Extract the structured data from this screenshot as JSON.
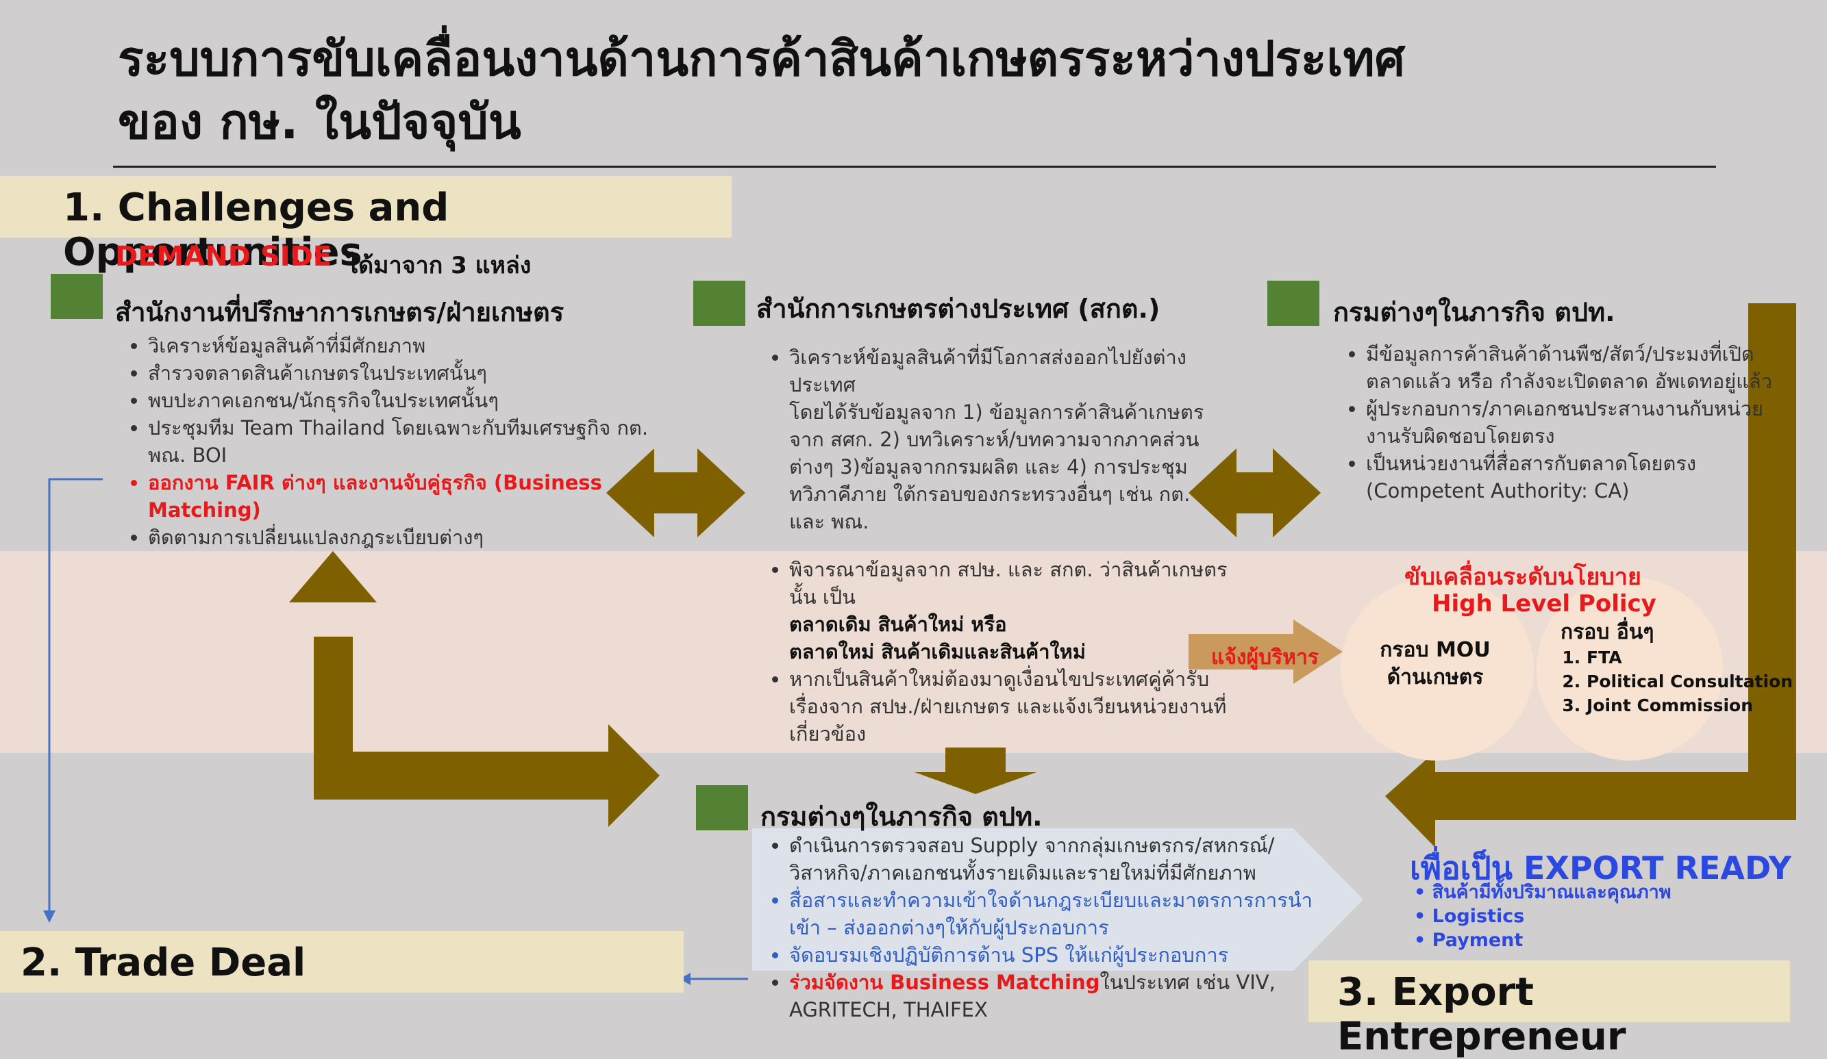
{
  "title": {
    "line1": "ระบบการขับเคลื่อนงานด้านการค้าสินค้าเกษตรระหว่างประเทศ",
    "line2": "ของ กษ. ในปัจจุบัน"
  },
  "section1": {
    "label": "1. Challenges and Opportunities",
    "demand_label": "DEMAND SIDE",
    "demand_source": "ได้มาจาก 3 แหล่ง"
  },
  "section2": {
    "label": "2. Trade Deal"
  },
  "section3": {
    "label": "3. Export Entrepreneur"
  },
  "source_left": {
    "heading": "สำนักงานที่ปรึกษาการเกษตร/ฝ่ายเกษตร",
    "items": [
      "วิเคราะห์ข้อมูลสินค้าที่มีศักยภาพ",
      "สำรวจตลาดสินค้าเกษตรในประเทศนั้นๆ",
      "พบปะภาคเอกชน/นักธุรกิจในประเทศนั้นๆ",
      "ประชุมทีม Team Thailand โดยเฉพาะกับทีมเศรษฐกิจ กต. พณ. BOI",
      "ออกงาน FAIR ต่างๆ และงานจับคู่ธุรกิจ (Business Matching)",
      "ติดตามการเปลี่ยนแปลงกฎระเบียบต่างๆ"
    ]
  },
  "source_center": {
    "heading": "สำนักการเกษตรต่างประเทศ (สกต.)",
    "item1": "วิเคราะห์ข้อมูลสินค้าที่มีโอกาสส่งออกไปยังต่างประเทศ",
    "item1_cont": "โดยได้รับข้อมูลจาก 1) ข้อมูลการค้าสินค้าเกษตรจาก สศก. 2) บทวิเคราะห์/บทความจากภาคส่วนต่างๆ 3)ข้อมูลจากกรมผลิต และ 4) การประชุมทวิภาคีภาย ใต้กรอบของกระทรวงอื่นๆ เช่น กต. และ พณ."
  },
  "source_right": {
    "heading": "กรมต่างๆในภารกิจ ตปท.",
    "items": [
      "มีข้อมูลการค้าสินค้าด้านพืช/สัตว์/ประมงที่เปิดตลาดแล้ว หรือ กำลังจะเปิดตลาด อัพเดทอยู่แล้ว",
      "ผู้ประกอบการ/ภาคเอกชนประสานงานกับหน่วยงานรับผิดชอบโดยตรง",
      "เป็นหน่วยงานที่สื่อสารกับตลาดโดยตรง (Competent Authority: CA)"
    ]
  },
  "analysis": {
    "item1": "พิจารณาข้อมูลจาก สปษ. และ สกต. ว่าสินค้าเกษตรนั้น เป็น",
    "option1": "ตลาดเดิม สินค้าใหม่ หรือ",
    "option2": "ตลาดใหม่ สินค้าเดิมและสินค้าใหม่",
    "item2": "หากเป็นสินค้าใหม่ต้องมาดูเงื่อนไขประเทศคู่ค้ารับเรื่องจาก สปษ./ฝ่ายเกษตร และแจ้งเวียนหน่วยงานที่เกี่ยวข้อง"
  },
  "notify_label": "แจ้งผู้บริหาร",
  "policy": {
    "title_th": "ขับเคลื่อนระดับนโยบาย",
    "title_en": "High Level Policy",
    "mou": "กรอบ MOU ด้านเกษตร",
    "other_title": "กรอบ อื่นๆ",
    "other_items": [
      "FTA",
      "Political Consultation",
      "Joint Commission"
    ]
  },
  "departments": {
    "heading": "กรมต่างๆในภารกิจ ตปท.",
    "item1": "ดำเนินการตรวจสอบ Supply จากกลุ่มเกษตรกร/สหกรณ์/วิสาหกิจ/ภาคเอกชนทั้งรายเดิมและรายใหม่ที่มีศักยภาพ",
    "item2": "สื่อสารและทำความเข้าใจด้านกฎระเบียบและมาตรการการนำเข้า – ส่งออกต่างๆให้กับผู้ประกอบการ",
    "item3": "จัดอบรมเชิงปฏิบัติการด้าน SPS ให้แก่ผู้ประกอบการ",
    "item4_red": "ร่วมจัดงาน Business Matching",
    "item4_rest": "ในประเทศ เช่น VIV, AGRITECH, THAIFEX"
  },
  "export_ready": {
    "title": "เพื่อเป็น EXPORT READY",
    "items": [
      "สินค้ามีทั้งปริมาณและคุณภาพ",
      "Logistics",
      "Payment"
    ]
  },
  "colors": {
    "arrow": "#7f6000",
    "square": "#548235",
    "red": "#e8191b",
    "blue": "#2b48e0",
    "section_bg": "#ede2c1",
    "circle": "#f8e3d3"
  }
}
